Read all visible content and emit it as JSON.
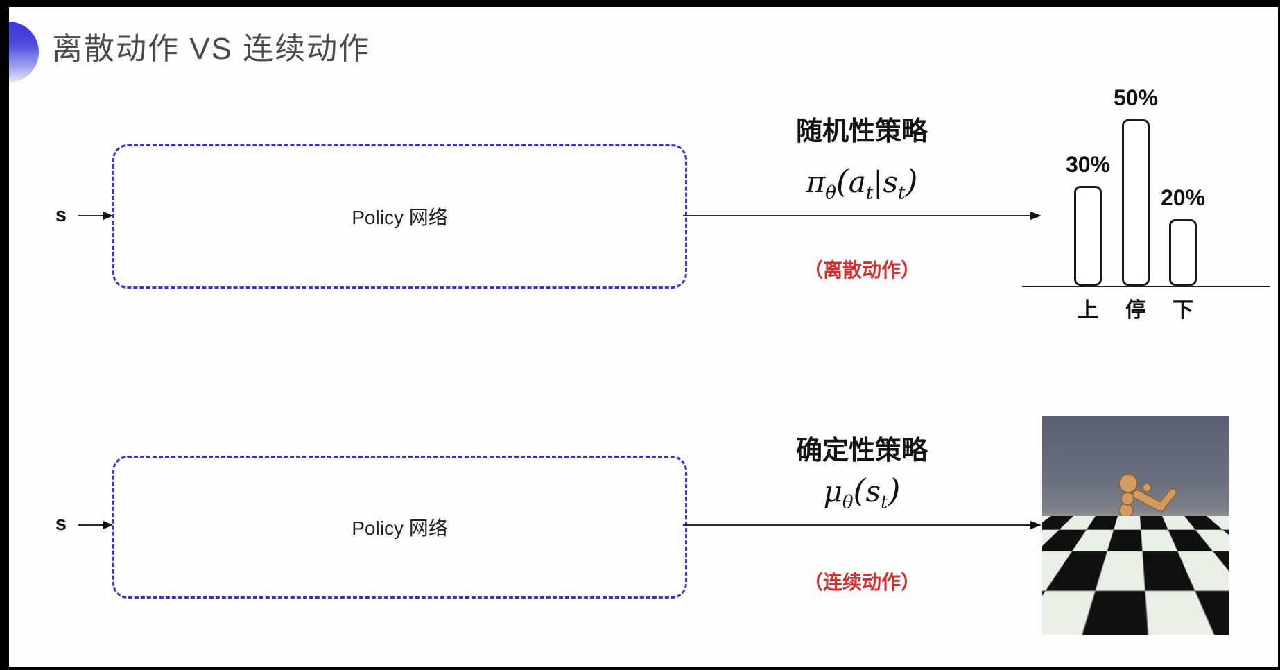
{
  "colors": {
    "accent_blue": "#3333d8",
    "note_red": "#d53030",
    "title_gray": "#4a4a4a"
  },
  "title": "离散动作 VS 连续动作",
  "rows": {
    "stochastic": {
      "input_label": "s",
      "box_label": "Policy 网络",
      "policy_title": "随机性策略",
      "formula": {
        "base": "π",
        "base_sub": "θ",
        "open": "(",
        "arg1": "a",
        "arg1_sub": "t",
        "bar": "|",
        "arg2": "s",
        "arg2_sub": "t",
        "close": ")"
      },
      "action_note": "（离散动作）"
    },
    "deterministic": {
      "input_label": "s",
      "box_label": "Policy 网络",
      "policy_title": "确定性策略",
      "formula": {
        "base": "μ",
        "base_sub": "θ",
        "open": "(",
        "arg1": "s",
        "arg1_sub": "t",
        "close": ")"
      },
      "action_note": "（连续动作）"
    }
  },
  "chart_data": {
    "type": "bar",
    "categories": [
      "上",
      "停",
      "下"
    ],
    "values": [
      30,
      50,
      20
    ],
    "value_labels": [
      "30%",
      "50%",
      "20%"
    ],
    "title": "",
    "xlabel": "",
    "ylabel": "",
    "ylim": [
      0,
      55
    ],
    "grid": false,
    "legend": false,
    "bar_fill": "#ffffff",
    "bar_border": "#1a1a1a"
  }
}
